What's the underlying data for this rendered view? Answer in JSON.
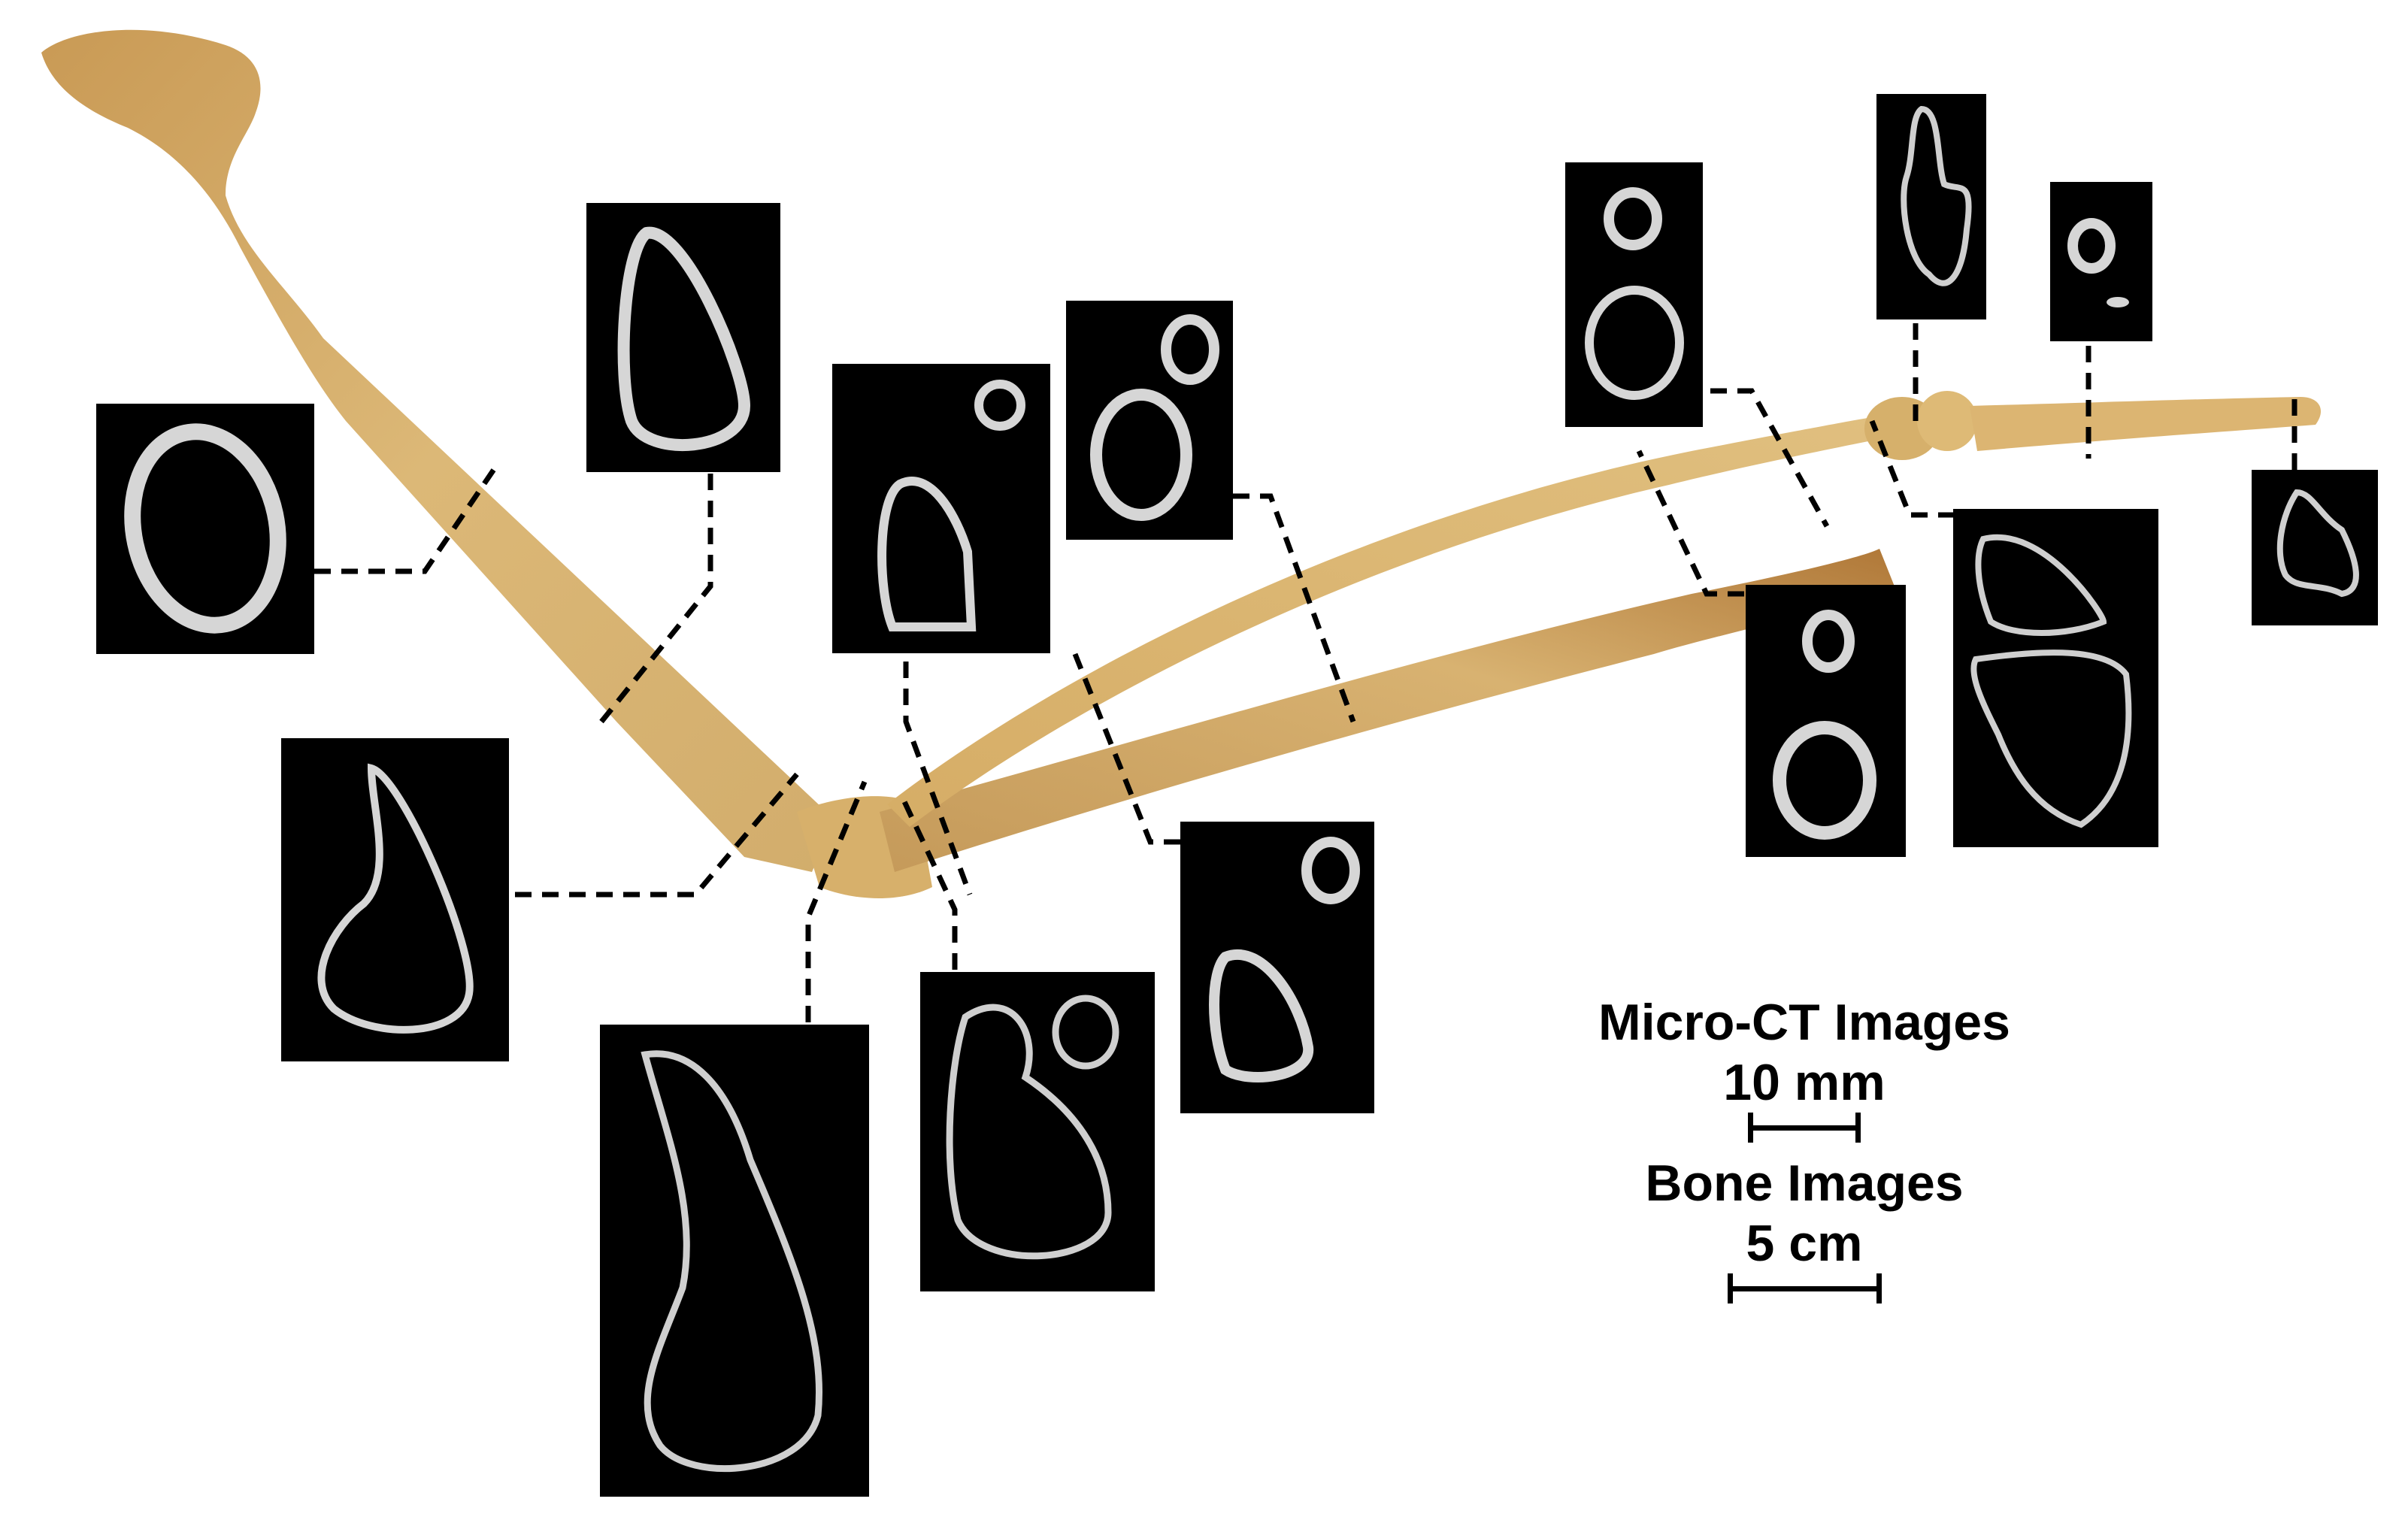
{
  "figure": {
    "description": "Forelimb bones (humerus, radius, ulna, carpals, metacarpal) photographed with dashed leader lines to micro-CT cross-section images",
    "colors": {
      "background": "#ffffff",
      "bone_light": "#e2c27e",
      "bone_mid": "#cfa45e",
      "bone_dark": "#b9863f",
      "ct_background": "#000000",
      "ct_bone": "#d9d9d9",
      "leader_line": "#000000"
    }
  },
  "legend": {
    "micro_ct_label": "Micro-CT Images",
    "micro_ct_scale": "10 mm",
    "bone_label": "Bone Images",
    "bone_scale": "5 cm"
  },
  "ct_panels": [
    {
      "id": "humerus-mid-shaft",
      "shape": "oval cortical ring"
    },
    {
      "id": "humerus-upper-shaft",
      "shape": "teardrop cortical ring"
    },
    {
      "id": "humerus-distal",
      "shape": "teardrop with trabeculae"
    },
    {
      "id": "elbow-distal-humerus",
      "shape": "elongated trabecular section"
    },
    {
      "id": "proximal-radius-ulna",
      "shape": "paired trabecular sections"
    },
    {
      "id": "proximal-forearm",
      "shape": "triangular ring plus small ring"
    },
    {
      "id": "mid-forearm-a",
      "shape": "two rings"
    },
    {
      "id": "mid-forearm-b",
      "shape": "triangle ring plus small ring"
    },
    {
      "id": "distal-forearm-a",
      "shape": "two rings with small cavities"
    },
    {
      "id": "distal-forearm-b",
      "shape": "two rings"
    },
    {
      "id": "carpal",
      "shape": "elongated trabecular"
    },
    {
      "id": "carpal-joint",
      "shape": "paired trabecular sections"
    },
    {
      "id": "metacarpal",
      "shape": "ring plus small fragment"
    },
    {
      "id": "metacarpal-distal",
      "shape": "small trabecular section"
    }
  ]
}
